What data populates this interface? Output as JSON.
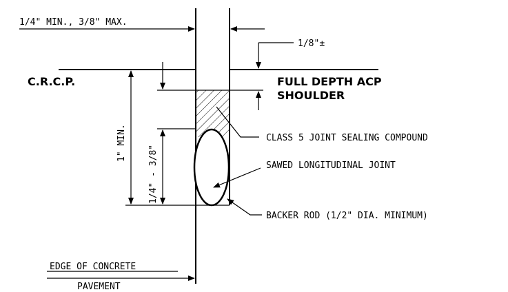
{
  "labels": {
    "joint_width": "1/4\" MIN., 3/8\" MAX.",
    "recess": "1/8\"",
    "recess_tol": "±",
    "crcp": "C.R.C.P.",
    "shoulder_line1": "FULL DEPTH ACP",
    "shoulder_line2": "SHOULDER",
    "depth_min": "1\" MIN.",
    "sealant_depth": "1/4\" - 3/8\"",
    "sealing_compound": "CLASS 5 JOINT SEALING COMPOUND",
    "sawed_joint": "SAWED LONGITUDINAL JOINT",
    "backer_rod": "BACKER ROD (1/2\" DIA. MINIMUM)",
    "edge_line1": "EDGE OF CONCRETE",
    "edge_line2": "PAVEMENT"
  }
}
